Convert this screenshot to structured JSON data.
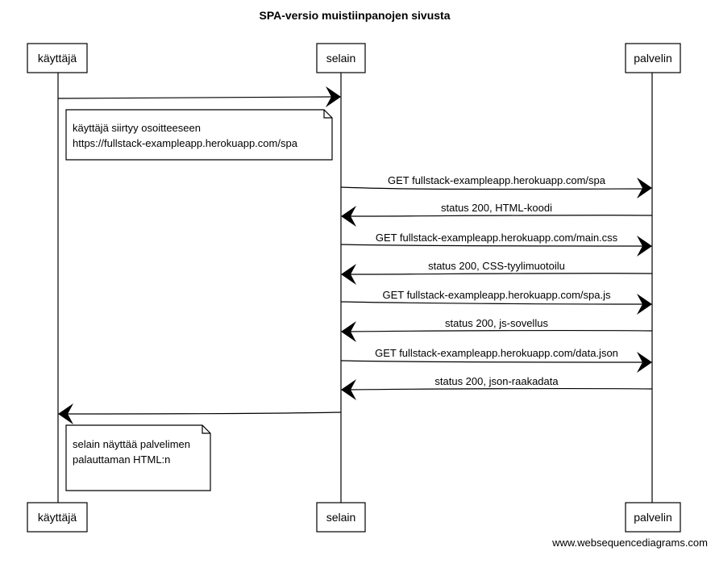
{
  "title": "SPA-versio muistiinpanojen sivusta",
  "participants": [
    {
      "id": "user",
      "label": "käyttäjä"
    },
    {
      "id": "browser",
      "label": "selain"
    },
    {
      "id": "server",
      "label": "palvelin"
    }
  ],
  "messages": [
    {
      "from": "user",
      "to": "browser",
      "label": ""
    },
    {
      "from": "browser",
      "to": "server",
      "label": "GET fullstack-exampleapp.herokuapp.com/spa"
    },
    {
      "from": "server",
      "to": "browser",
      "label": "status 200, HTML-koodi"
    },
    {
      "from": "browser",
      "to": "server",
      "label": "GET fullstack-exampleapp.herokuapp.com/main.css"
    },
    {
      "from": "server",
      "to": "browser",
      "label": "status 200, CSS-tyylimuotoilu"
    },
    {
      "from": "browser",
      "to": "server",
      "label": "GET fullstack-exampleapp.herokuapp.com/spa.js"
    },
    {
      "from": "server",
      "to": "browser",
      "label": "status 200, js-sovellus"
    },
    {
      "from": "browser",
      "to": "server",
      "label": "GET fullstack-exampleapp.herokuapp.com/data.json"
    },
    {
      "from": "server",
      "to": "browser",
      "label": "status 200, json-raakadata"
    },
    {
      "from": "browser",
      "to": "user",
      "label": ""
    }
  ],
  "notes": [
    {
      "lines": [
        "käyttäjä siirtyy osoitteeseen",
        "https://fullstack-exampleapp.herokuapp.com/spa"
      ]
    },
    {
      "lines": [
        "selain näyttää palvelimen",
        "palauttaman HTML:n"
      ]
    }
  ],
  "footer": "www.websequencediagrams.com"
}
